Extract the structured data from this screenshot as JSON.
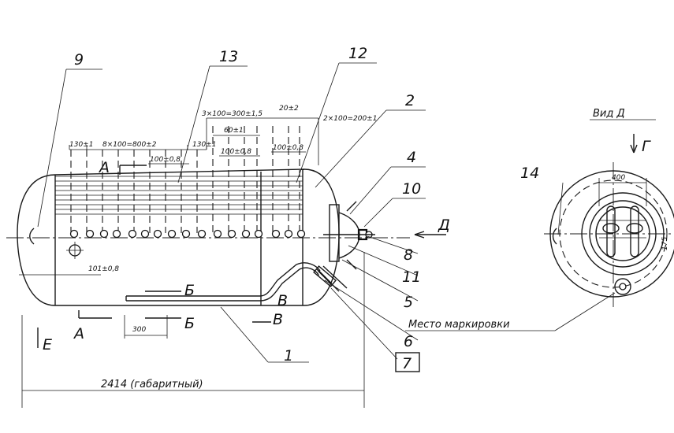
{
  "callouts": {
    "n1": "1",
    "n2": "2",
    "n4": "4",
    "n5": "5",
    "n6": "6",
    "n7": "7",
    "n8": "8",
    "n9": "9",
    "n10": "10",
    "n11": "11",
    "n12": "12",
    "n13": "13",
    "n14": "14"
  },
  "dimensions": {
    "d130_left": "130±1",
    "d8x100": "8×100=800±2",
    "d3x100": "3×100=300±1,5",
    "d20": "20±2",
    "d60": "60±1",
    "d130_mid": "130±1",
    "d2x100": "2×100=200±1",
    "d100_a": "100±0,8",
    "d100_b": "100±0,8",
    "d100_c": "100±0,8",
    "d101": "101±0,8",
    "d300": "300",
    "overall": "2414 (габаритный)",
    "d400": "400",
    "d175": "175"
  },
  "sections": {
    "a_top": "А",
    "a_bottom": "А",
    "b_top": "Б",
    "b_bottom": "Б",
    "v_top": "В",
    "v_bottom": "В",
    "e": "Е",
    "d_arrow": "Д",
    "g": "Г"
  },
  "notes": {
    "view_d": "Вид Д",
    "marking": "Место маркировки"
  }
}
